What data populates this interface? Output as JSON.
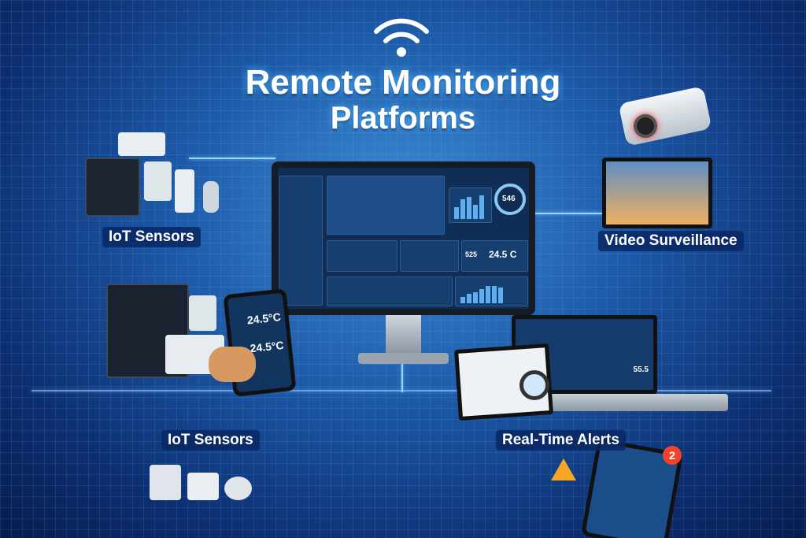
{
  "title": {
    "line1": "Remote Monitoring",
    "line2": "Platforms"
  },
  "labels": {
    "iot_top": "IoT Sensors",
    "video": "Video Surveillance",
    "iot_bottom": "IoT Sensors",
    "alerts": "Real-Time Alerts"
  },
  "dashboard": {
    "gauge_top": "546",
    "gauge_mid": "525",
    "temperature": "24.5 C"
  },
  "phone": {
    "temp1": "24.5°C",
    "temp2": "24.5°C"
  },
  "laptop": {
    "reading": "55.5"
  },
  "alert_phone": {
    "badge": "2"
  },
  "colors": {
    "accent": "#4fb4ff",
    "alert": "#f0422f",
    "warm": "#f5a623"
  }
}
